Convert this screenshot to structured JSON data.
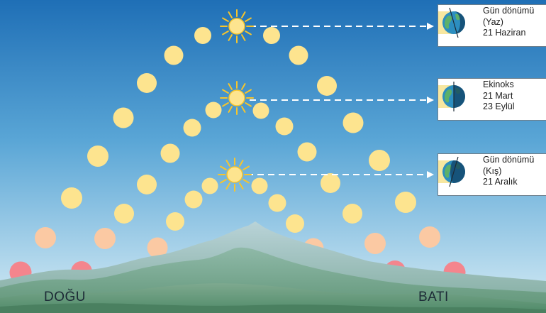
{
  "labels": {
    "east": "DOĞU",
    "west": "BATI"
  },
  "seasons": [
    {
      "id": "summer",
      "lines": [
        "Gün dönümü",
        "(Yaz)",
        "21 Haziran"
      ]
    },
    {
      "id": "equinox",
      "lines": [
        "Ekinoks",
        "21 Mart",
        "23 Eylül"
      ]
    },
    {
      "id": "winter",
      "lines": [
        "Gün dönümü",
        "(Kış)",
        "21 Aralık"
      ]
    }
  ],
  "colors": {
    "sky_top": "#1f6fb6",
    "sky_bottom": "#d6ecf5",
    "sun_yellow": "#fde48f",
    "sun_peach": "#fbc9a3",
    "sun_red": "#f4858d",
    "sun_ray": "#f7c52b",
    "earth_ocean": "#2c8ec0",
    "earth_land": "#5db06a",
    "sunlight_band": "#f7e7a0",
    "arrow": "#ffffff",
    "mountains": "#6f9e85"
  },
  "icons": [
    "sun-icon",
    "earth-globe-icon",
    "dashed-arrow"
  ]
}
